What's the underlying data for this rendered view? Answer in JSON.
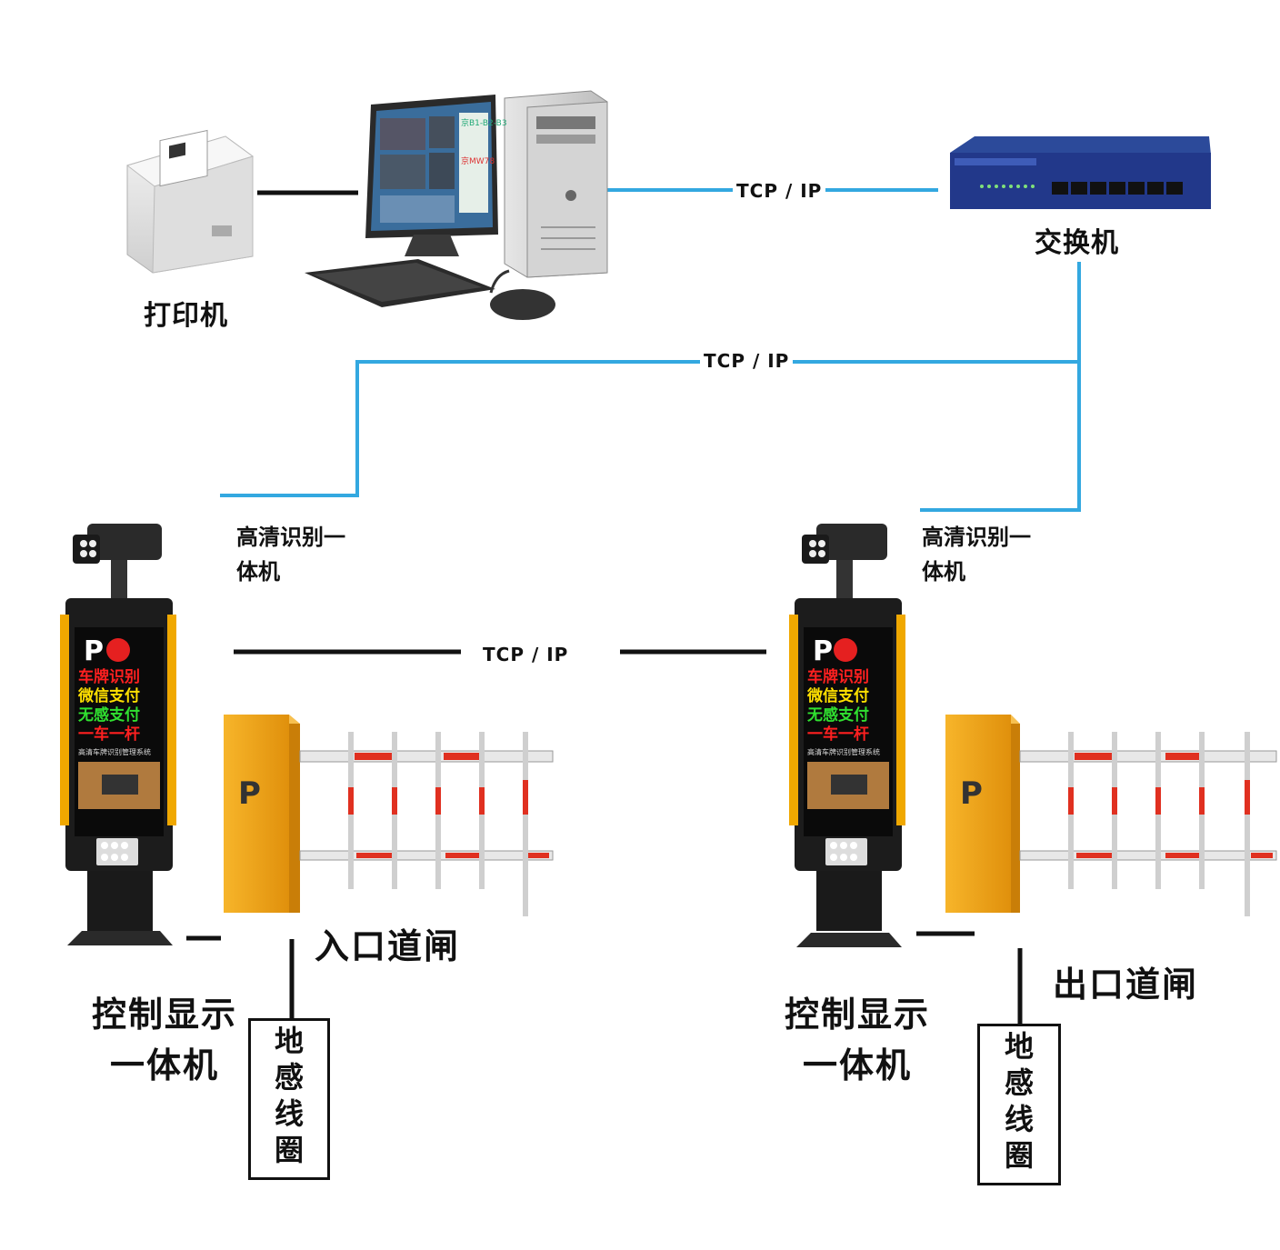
{
  "labels": {
    "printer": "打印机",
    "switch": "交换机",
    "camera_left": "高清识别一体机",
    "camera_right": "高清识别一体机",
    "control_left": "控制显示一体机",
    "control_right": "控制显示一体机",
    "entry_gate": "入口道闸",
    "exit_gate": "出口道闸",
    "loop_left": "地感线圈",
    "loop_right": "地感线圈"
  },
  "links": {
    "pc_switch": "TCP / IP",
    "switch_cameras": "TCP / IP",
    "between_units": "TCP / IP"
  },
  "kiosk_screen": {
    "brand": "P",
    "line1": "车牌识别",
    "line2": "微信支付",
    "line3": "无感支付",
    "line4": "一车一杆",
    "footer": "高清车牌识别管理系统"
  },
  "monitor": {
    "plate_top": "京B1-B2-B3",
    "plate_mid": "京MW78"
  },
  "colors": {
    "network_line": "#33a8e0",
    "wire": "#111111",
    "kiosk_body": "#1c1c1c",
    "kiosk_trim": "#f0a800",
    "gate_body": "#f2a51c",
    "led_red": "#ff2020",
    "led_yellow": "#ffe000",
    "led_green": "#30e030"
  }
}
